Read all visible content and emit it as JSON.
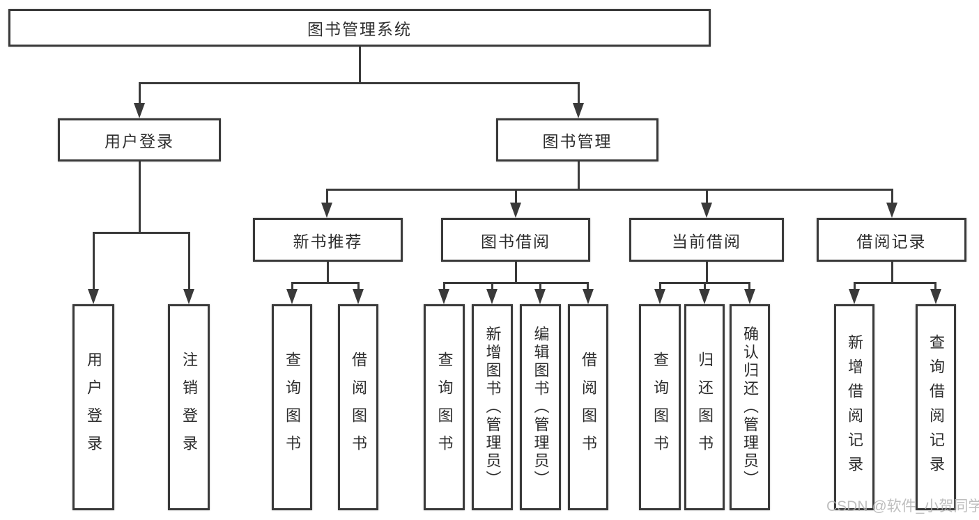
{
  "diagram": {
    "title": "图书管理系统",
    "nodes": {
      "root": "图书管理系统",
      "user_login": "用户登录",
      "book_mgmt": "图书管理",
      "new_book_rec": "新书推荐",
      "book_borrow": "图书借阅",
      "current_borrow": "当前借阅",
      "borrow_records": "借阅记录",
      "leaf_user_login": "用户登录",
      "leaf_logout": "注销登录",
      "leaf_nb_query": "查询图书",
      "leaf_nb_borrow": "借阅图书",
      "leaf_bb_query": "查询图书",
      "leaf_bb_add": "新增图书（管理员）",
      "leaf_bb_edit": "编辑图书（管理员）",
      "leaf_bb_borrow": "借阅图书",
      "leaf_cb_query": "查询图书",
      "leaf_cb_return": "归还图书",
      "leaf_cb_confirm": "确认归还（管理员）",
      "leaf_br_add": "新增借阅记录",
      "leaf_br_query": "查询借阅记录"
    },
    "watermark": "CSDN @软件_小贺同学",
    "colors": {
      "line": "#3a3a3a",
      "text": "#2d2d2d",
      "box_fill": "#ffffff",
      "background": "#ffffff",
      "watermark": "#b3b3b3"
    }
  }
}
